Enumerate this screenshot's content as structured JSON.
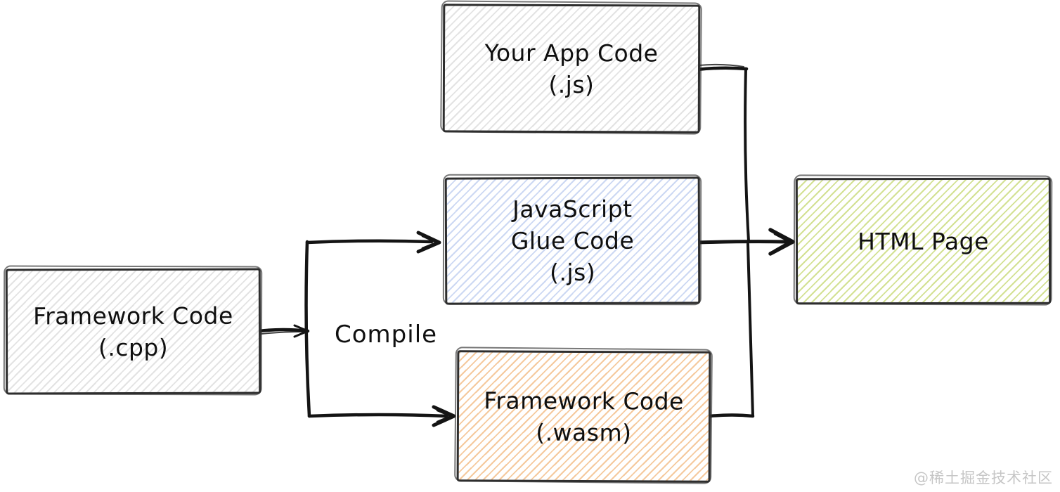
{
  "diagram": {
    "title_none": "",
    "nodes": {
      "framework_cpp": {
        "lines": [
          "Framework Code",
          "(.cpp)"
        ],
        "fill": "gray-hatch"
      },
      "your_app": {
        "lines": [
          "Your App Code",
          "(.js)"
        ],
        "fill": "gray-hatch"
      },
      "glue": {
        "lines": [
          "JavaScript",
          "Glue Code",
          "(.js)"
        ],
        "fill": "blue-hatch"
      },
      "wasm": {
        "lines": [
          "Framework Code",
          "(.wasm)"
        ],
        "fill": "orange-hatch"
      },
      "html_page": {
        "lines": [
          "HTML Page"
        ],
        "fill": "green-hatch"
      }
    },
    "labels": {
      "compile": "Compile"
    },
    "edges": [
      {
        "from": "framework_cpp",
        "to": "glue",
        "label": "Compile"
      },
      {
        "from": "framework_cpp",
        "to": "wasm",
        "label": "Compile"
      },
      {
        "from": "your_app",
        "to": "html_page"
      },
      {
        "from": "glue",
        "to": "html_page"
      },
      {
        "from": "wasm",
        "to": "html_page"
      }
    ],
    "colors": {
      "background": "#ffffff",
      "box_border": "#2e2e2e",
      "arrow": "#141414",
      "text": "#0f0f0f",
      "hatch_gray": "#e3e3e3",
      "hatch_blue": "#ccd8f3",
      "hatch_orange": "#f5c99d",
      "hatch_green": "#d3e193",
      "watermark": "#c6c6c6"
    }
  },
  "watermark": {
    "text": "@稀土掘金技术社区"
  }
}
